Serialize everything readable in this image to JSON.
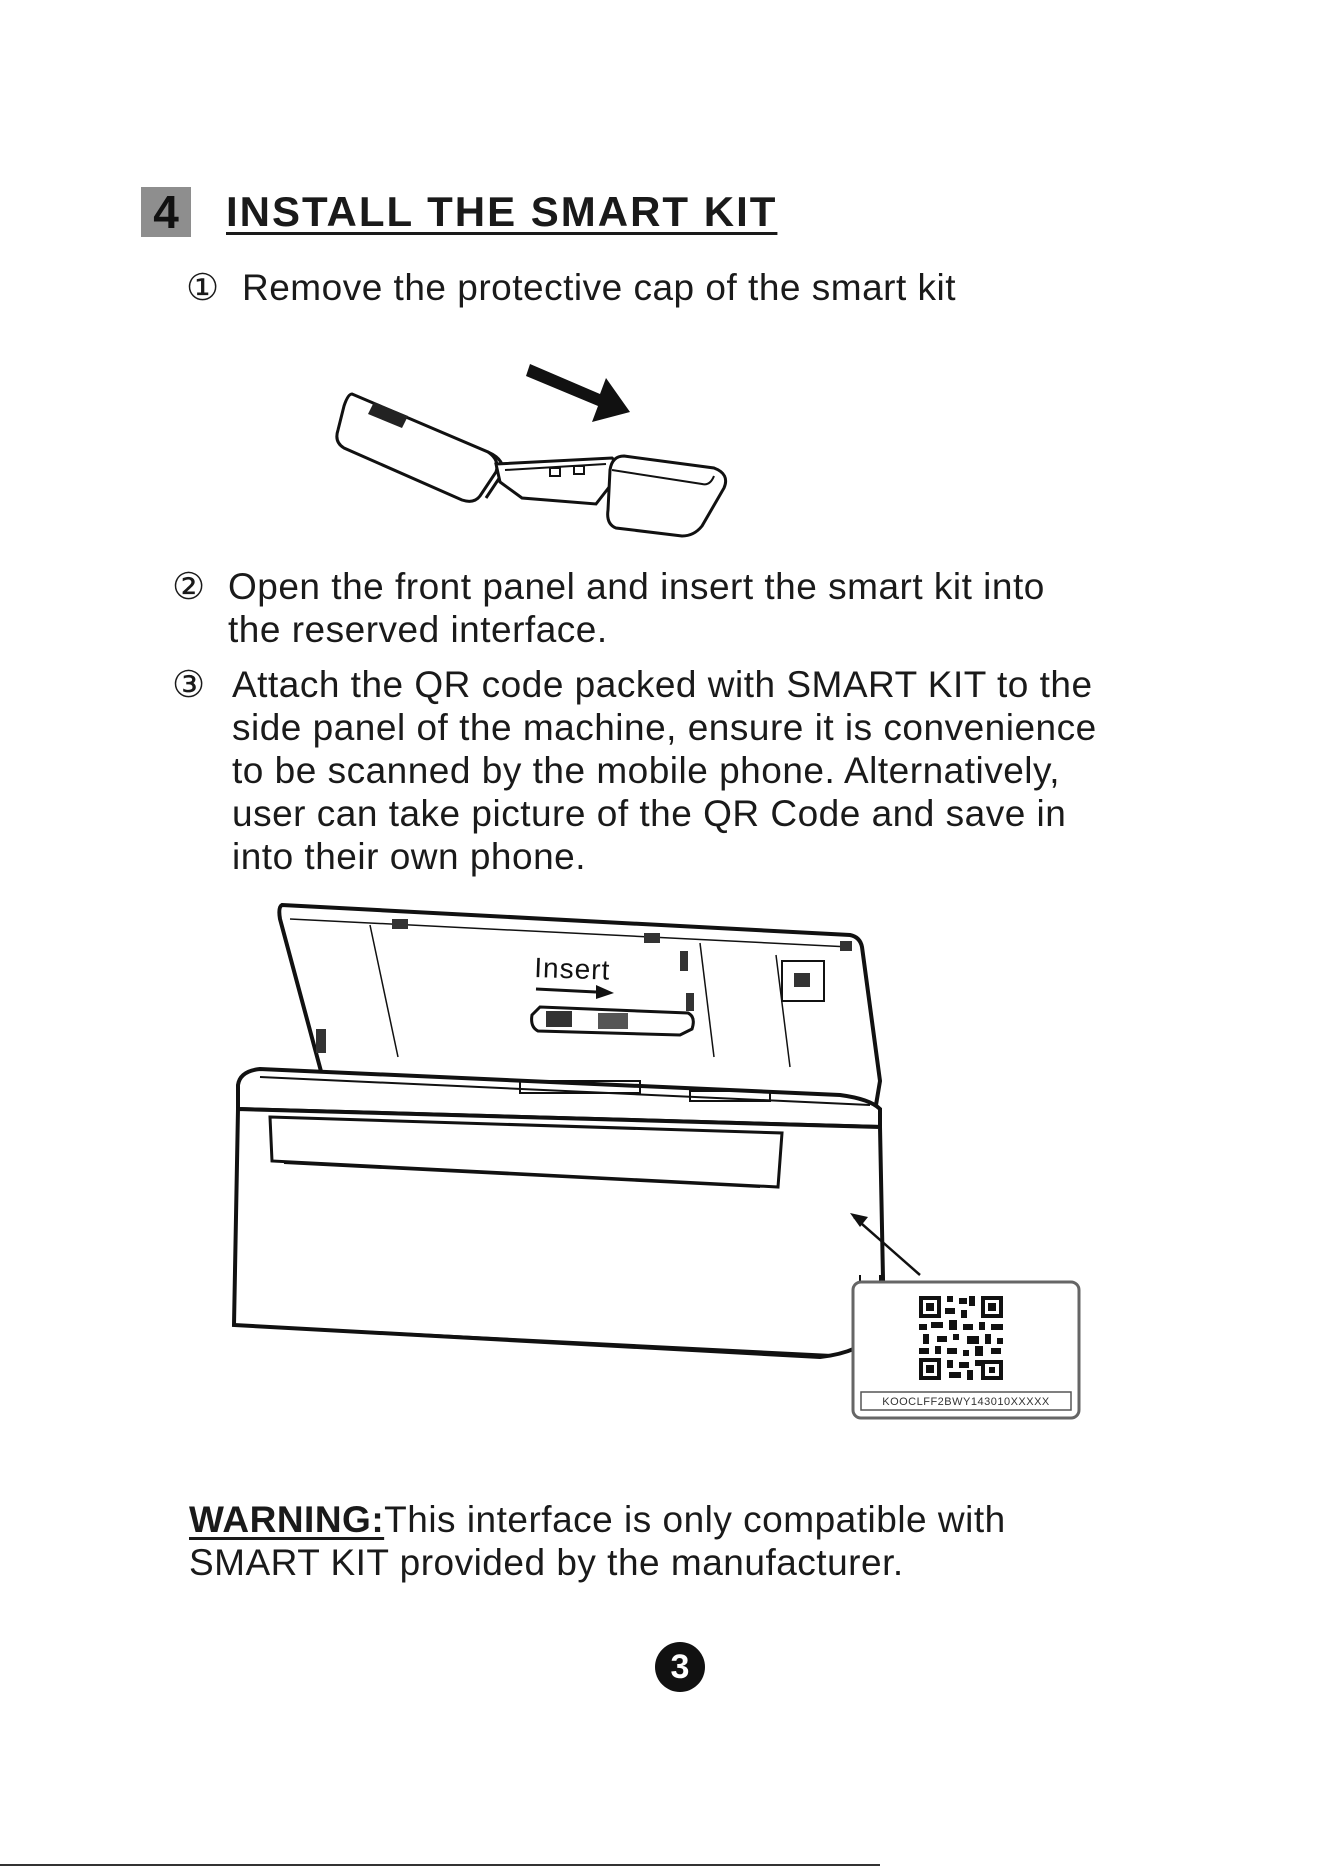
{
  "section": {
    "number": "4",
    "title": "INSTALL THE SMART KIT"
  },
  "steps": [
    {
      "marker": "①",
      "lines": [
        "Remove the protective cap of the smart kit"
      ]
    },
    {
      "marker": "②",
      "lines": [
        "Open the front panel and insert the smart kit into",
        "the reserved interface."
      ]
    },
    {
      "marker": "③",
      "lines": [
        "Attach the QR code packed with SMART KIT to the",
        "side panel of the machine, ensure it is convenience",
        "to be scanned by the mobile phone. Alternatively,",
        "user can take picture of the QR Code  and save in",
        "into their own phone."
      ]
    }
  ],
  "illustration": {
    "insert_label": "Insert",
    "qr_label_code": "KOOCLFF2BWY143010XXXXX"
  },
  "warning": {
    "label": "WARNING:",
    "lines": [
      "This interface is only compatible with",
      "SMART KIT provided by the manufacturer."
    ]
  },
  "page_number": "3"
}
